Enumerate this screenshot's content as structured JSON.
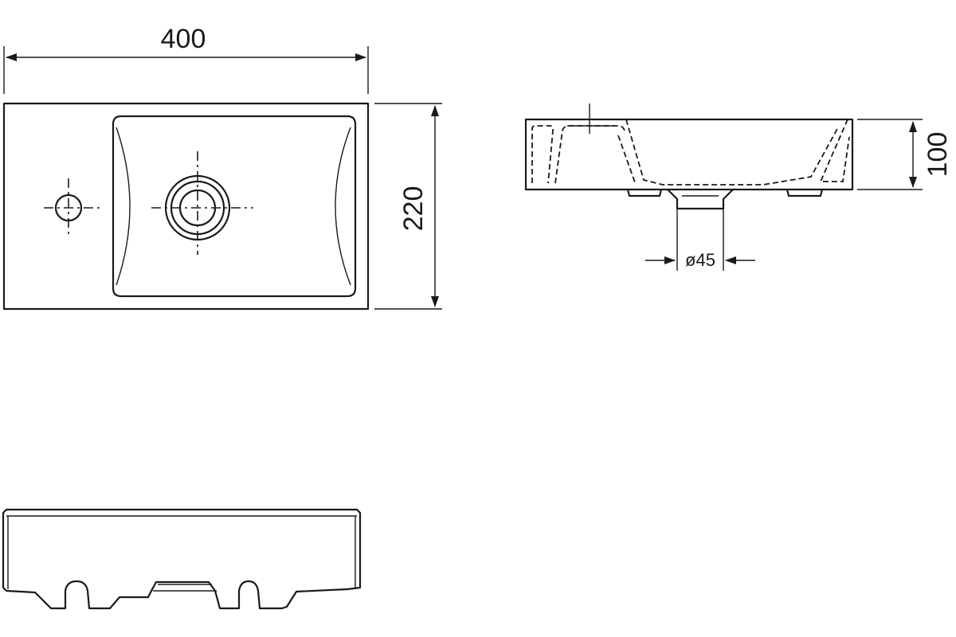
{
  "dimensions": {
    "width": "400",
    "depth": "220",
    "height": "100",
    "drain_diameter": "ø45"
  }
}
